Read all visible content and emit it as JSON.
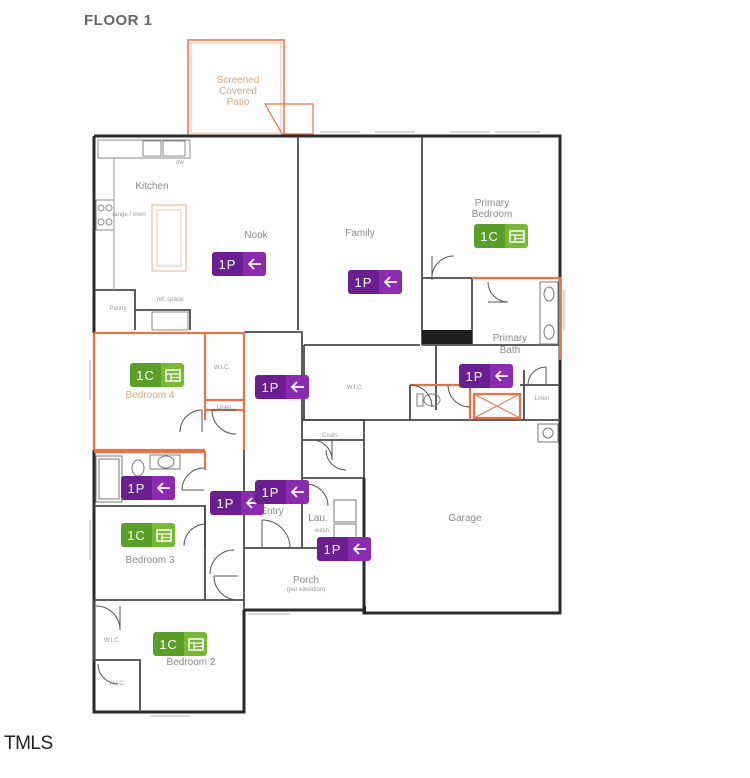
{
  "floor_title": "FLOOR 1",
  "brand": "TMLS",
  "rooms": {
    "screened_patio_1": "Screened",
    "screened_patio_2": "Covered",
    "screened_patio_3": "Patio",
    "kitchen": "Kitchen",
    "nook": "Nook",
    "family": "Family",
    "primary_bedroom_1": "Primary",
    "primary_bedroom_2": "Bedroom",
    "primary_bath_1": "Primary",
    "primary_bath_2": "Bath",
    "wic_primary": "W.I.C.",
    "linen": "Linen",
    "pantry": "Pantry",
    "ref_space": "ref. space",
    "range_oven": "range / oven",
    "dw": "dw",
    "bedroom_4": "Bedroom 4",
    "wic_bed4": "W.I.C.",
    "linen_hall": "Linen",
    "coats": "Coats",
    "entry": "Entry",
    "laundry": "Lau.",
    "wash": "wash",
    "garage": "Garage",
    "bedroom_3": "Bedroom 3",
    "porch": "Porch",
    "porch_note": "(per elevation)",
    "wic_bed3": "W.I.C.",
    "bedroom_2": "Bedroom 2",
    "wic_bed2": "W.I.C."
  },
  "badges": [
    {
      "label": "1P",
      "kind": "power",
      "icon": "arrow-left-icon"
    },
    {
      "label": "1P",
      "kind": "power",
      "icon": "arrow-left-icon"
    },
    {
      "label": "1C",
      "kind": "cable",
      "icon": "panel-icon"
    },
    {
      "label": "1C",
      "kind": "cable",
      "icon": "panel-icon"
    },
    {
      "label": "1P",
      "kind": "power",
      "icon": "arrow-left-icon"
    },
    {
      "label": "1P",
      "kind": "power",
      "icon": "arrow-left-icon"
    },
    {
      "label": "1P",
      "kind": "power",
      "icon": "arrow-left-icon"
    },
    {
      "label": "1P",
      "kind": "power",
      "icon": "arrow-left-icon"
    },
    {
      "label": "1P",
      "kind": "power",
      "icon": "arrow-left-icon"
    },
    {
      "label": "1C",
      "kind": "cable",
      "icon": "panel-icon"
    },
    {
      "label": "1P",
      "kind": "power",
      "icon": "arrow-left-icon"
    },
    {
      "label": "1C",
      "kind": "cable",
      "icon": "panel-icon"
    }
  ],
  "colors": {
    "wall": "#2b2b2b",
    "accent_wall": "#e8724a",
    "power_badge": "#6b1e8f",
    "cable_badge": "#5b9e2a"
  }
}
